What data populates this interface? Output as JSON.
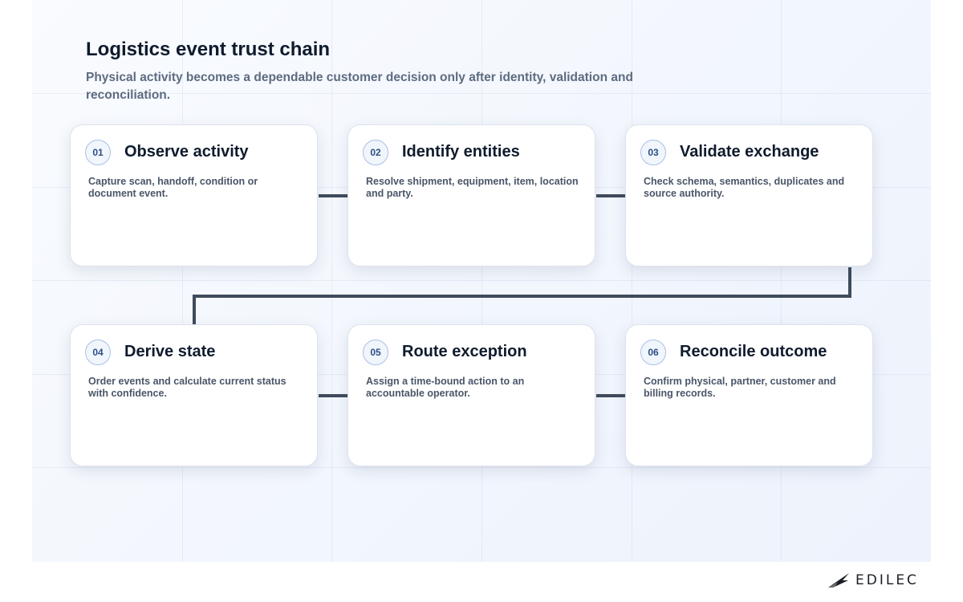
{
  "header": {
    "title": "Logistics event trust chain",
    "subtitle": "Physical activity becomes a dependable customer decision only after identity, validation and reconciliation."
  },
  "steps": [
    {
      "number": "01",
      "title": "Observe activity",
      "description": "Capture scan, handoff, condition or document event."
    },
    {
      "number": "02",
      "title": "Identify entities",
      "description": "Resolve shipment, equipment, item, location and party."
    },
    {
      "number": "03",
      "title": "Validate exchange",
      "description": "Check schema, semantics, duplicates and source authority."
    },
    {
      "number": "04",
      "title": "Derive state",
      "description": "Order events and calculate current status with confidence."
    },
    {
      "number": "05",
      "title": "Route exception",
      "description": "Assign a time-bound action to an accountable operator."
    },
    {
      "number": "06",
      "title": "Reconcile outcome",
      "description": "Confirm physical, partner, customer and billing records."
    }
  ],
  "brand": {
    "name": "EDILEC",
    "icon": "edilec-logo-icon"
  },
  "colors": {
    "connector": "#3f4b5c",
    "badge_border": "#a9c1e6",
    "badge_text": "#2d4f86",
    "title_text": "#0f1b2d"
  }
}
